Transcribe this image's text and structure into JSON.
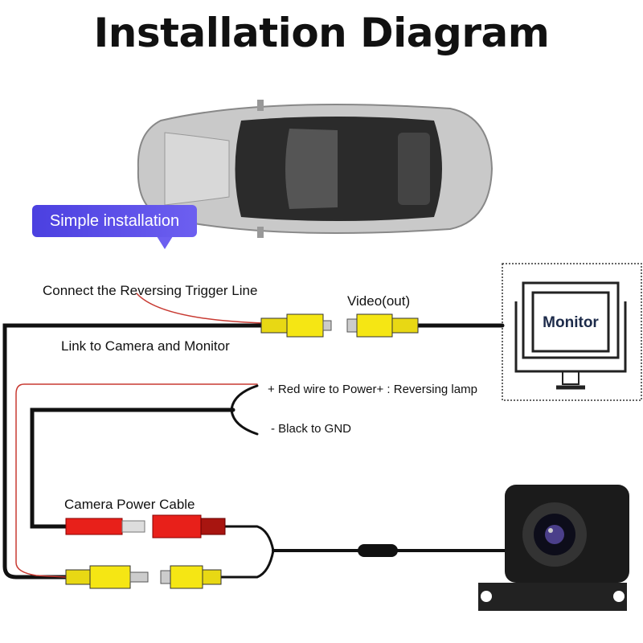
{
  "title": "Installation Diagram",
  "badge": "Simple installation",
  "labels": {
    "trigger": "Connect the Reversing Trigger Line",
    "video_out": "Video(out)",
    "link": "Link to Camera and Monitor",
    "red_wire": "+ Red wire to Power+ : Reversing lamp",
    "black_wire": "- Black to GND",
    "power_cable": "Camera Power Cable",
    "monitor": "Monitor"
  },
  "colors": {
    "badge": "#5a4de8",
    "rca": "#f5e614",
    "power": "#e8201a",
    "wire": "#111111",
    "trigger": "#c83a32"
  }
}
